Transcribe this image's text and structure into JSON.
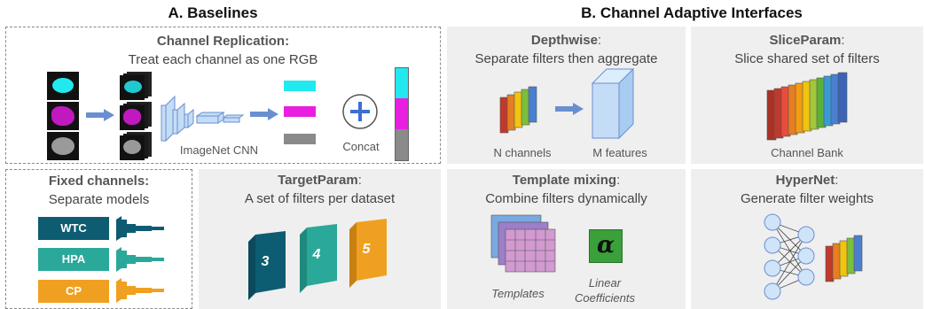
{
  "sections": {
    "baselines_title": "A. Baselines",
    "adaptive_title": "B. Channel Adaptive Interfaces"
  },
  "channel_replication": {
    "title": "Channel Replication:",
    "subtitle": "Treat each channel as one RGB",
    "cnn_label": "ImageNet CNN",
    "concat_label": "Concat"
  },
  "fixed_channels": {
    "title": "Fixed channels:",
    "subtitle": "Separate models",
    "datasets": [
      {
        "label": "WTC",
        "color": "#0d5c72"
      },
      {
        "label": "HPA",
        "color": "#2aa89a"
      },
      {
        "label": "CP",
        "color": "#f0a020"
      }
    ]
  },
  "target_param": {
    "title": "TargetParam",
    "title_suffix": ":",
    "subtitle": "A set of filters per dataset",
    "filters": [
      "3",
      "4",
      "5"
    ]
  },
  "depthwise": {
    "title": "Depthwise",
    "title_suffix": ":",
    "subtitle": "Separate filters then aggregate",
    "n_label": "N channels",
    "m_label": "M features"
  },
  "slice_param": {
    "title": "SliceParam",
    "title_suffix": ":",
    "subtitle": "Slice shared set of filters",
    "bank_label": "Channel Bank"
  },
  "template_mixing": {
    "title": "Template mixing",
    "title_suffix": ":",
    "subtitle": "Combine filters dynamically",
    "templates_label": "Templates",
    "coef_label_1": "Linear",
    "coef_label_2": "Coefficients",
    "alpha_symbol": "α"
  },
  "hypernet": {
    "title": "HyperNet",
    "title_suffix": ":",
    "subtitle": "Generate filter weights"
  },
  "colors": {
    "panel_bg": "#efefef",
    "arrow_blue": "#6a8fd0",
    "cyan": "#22e8ef",
    "magenta": "#e81fe0",
    "gray": "#8a8a8a",
    "cnn_blue": "#c4dcf5",
    "hypernet_node": "#cfe4f8",
    "template_pink": "#d29ad0",
    "alpha_green": "#3aa03a"
  }
}
